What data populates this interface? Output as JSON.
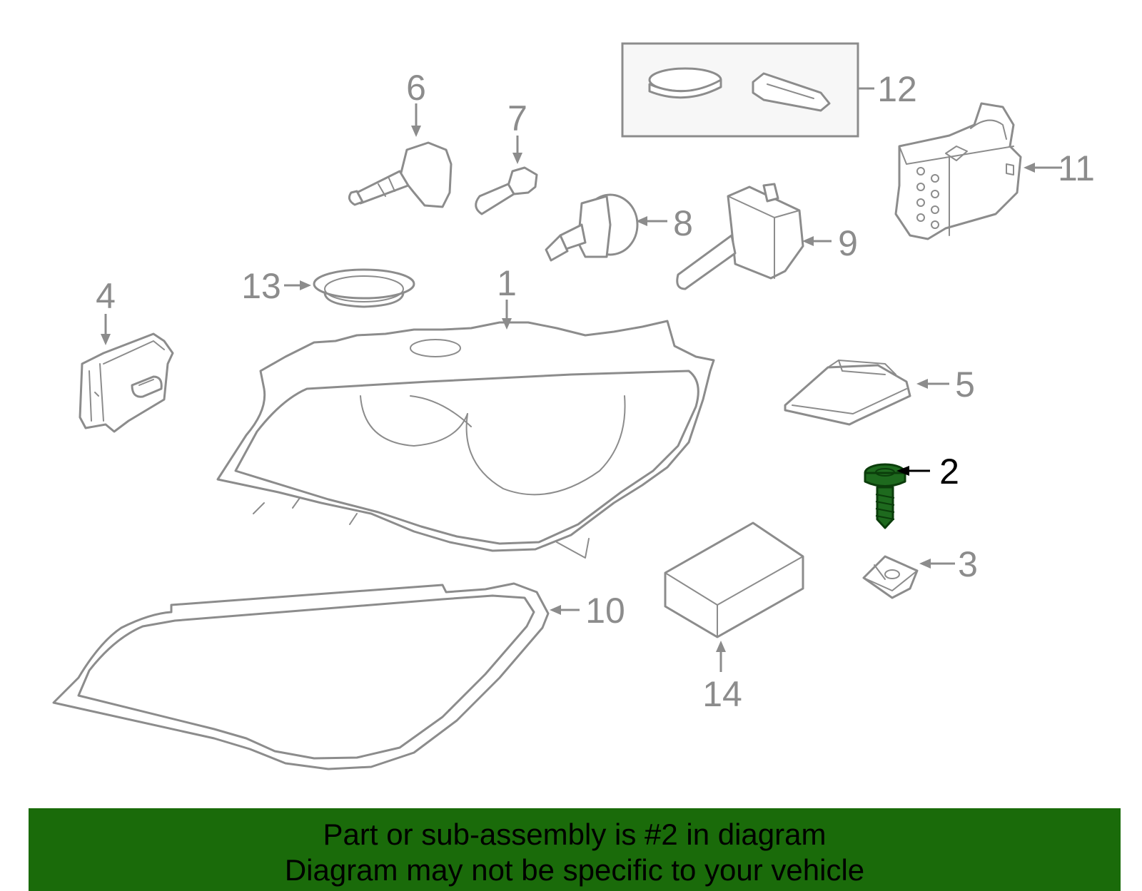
{
  "diagram": {
    "accent_color": "#1a6b0a",
    "highlight_color": "#1e6a1e",
    "callouts": [
      {
        "id": "1",
        "label": "1"
      },
      {
        "id": "2",
        "label": "2",
        "highlighted": true
      },
      {
        "id": "3",
        "label": "3"
      },
      {
        "id": "4",
        "label": "4"
      },
      {
        "id": "5",
        "label": "5"
      },
      {
        "id": "6",
        "label": "6"
      },
      {
        "id": "7",
        "label": "7"
      },
      {
        "id": "8",
        "label": "8"
      },
      {
        "id": "9",
        "label": "9"
      },
      {
        "id": "10",
        "label": "10"
      },
      {
        "id": "11",
        "label": "11"
      },
      {
        "id": "12",
        "label": "12"
      },
      {
        "id": "13",
        "label": "13"
      },
      {
        "id": "14",
        "label": "14"
      }
    ]
  },
  "banner": {
    "line1": "Part or sub-assembly is #2 in diagram",
    "line2": "Diagram may not be specific to your vehicle"
  }
}
